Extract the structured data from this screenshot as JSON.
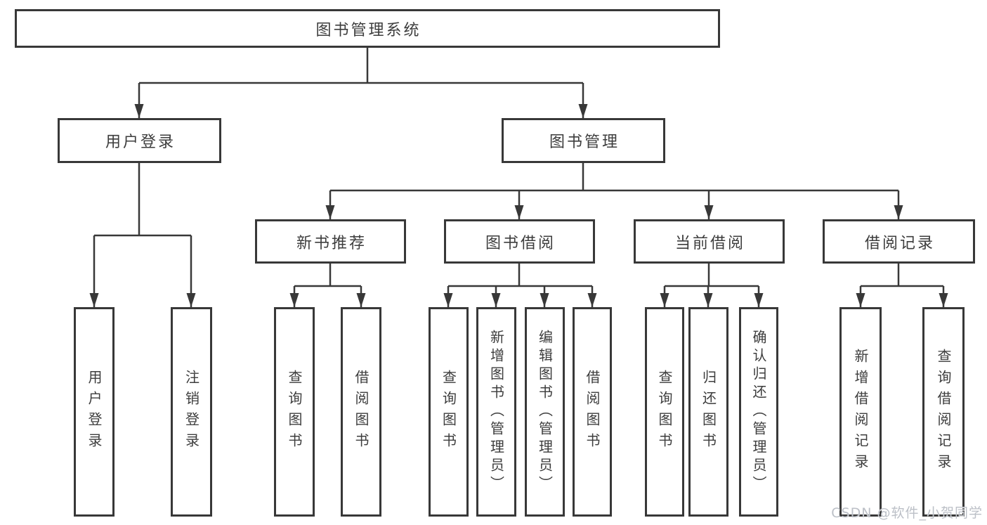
{
  "colors": {
    "background": "#ffffff",
    "line": "#383838",
    "box_border": "#383838",
    "text": "#3d3d3d",
    "watermark": "#bcc0c7"
  },
  "diagram": {
    "title": "图书管理系统",
    "branches": [
      {
        "label": "用户登录",
        "children": [
          {
            "label": "用户登录"
          },
          {
            "label": "注销登录"
          }
        ]
      },
      {
        "label": "图书管理",
        "children": [
          {
            "label": "新书推荐",
            "children": [
              {
                "label": "查询图书"
              },
              {
                "label": "借阅图书"
              }
            ]
          },
          {
            "label": "图书借阅",
            "children": [
              {
                "label": "查询图书"
              },
              {
                "label": "新增图书（管理员）"
              },
              {
                "label": "编辑图书（管理员）"
              },
              {
                "label": "借阅图书"
              }
            ]
          },
          {
            "label": "当前借阅",
            "children": [
              {
                "label": "查询图书"
              },
              {
                "label": "归还图书"
              },
              {
                "label": "确认归还（管理员）"
              }
            ]
          },
          {
            "label": "借阅记录",
            "children": [
              {
                "label": "新增借阅记录"
              },
              {
                "label": "查询借阅记录"
              }
            ]
          }
        ]
      }
    ]
  },
  "watermark": {
    "text": "CSDN @软件_小贺同学"
  }
}
